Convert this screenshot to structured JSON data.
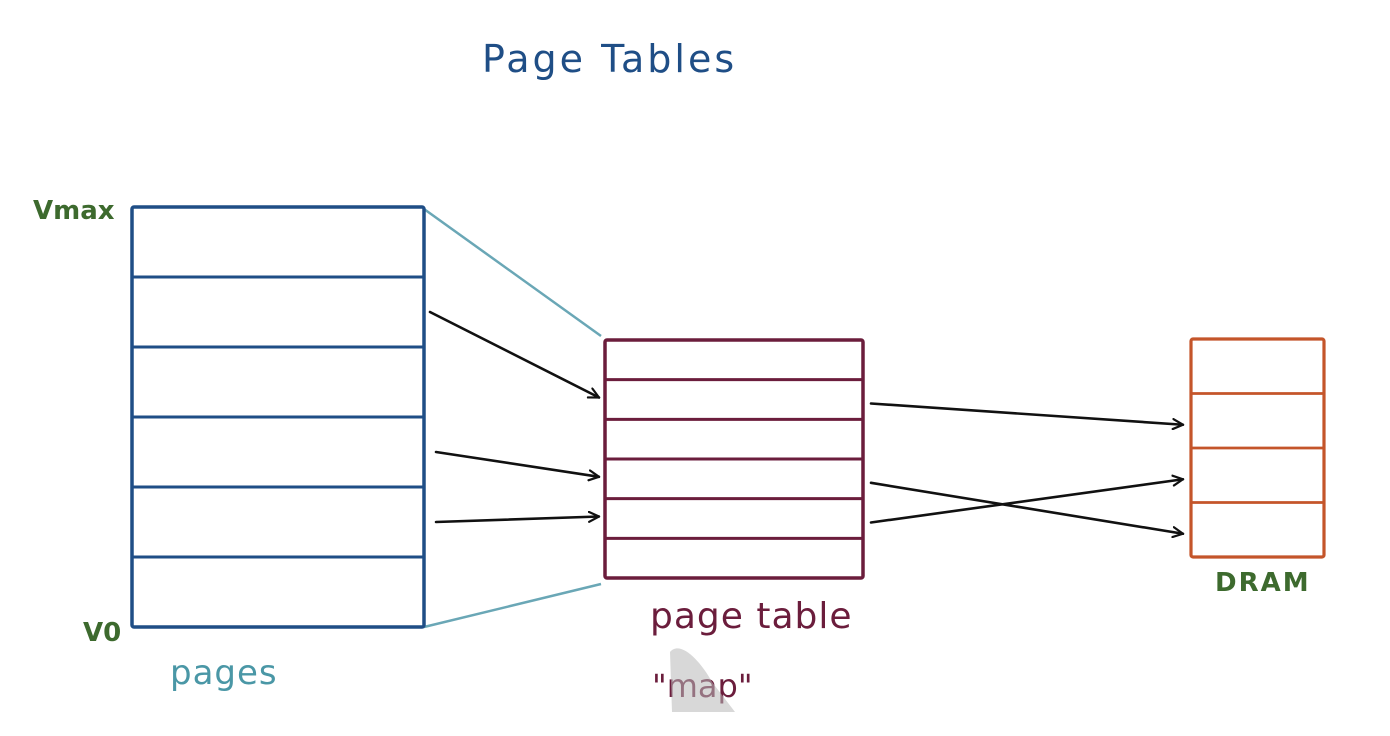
{
  "title": "Page Tables",
  "virtual_memory": {
    "top_label": "Vmax",
    "bottom_label": "V0",
    "caption": "pages",
    "rows": 6,
    "color": "#1f4e86"
  },
  "page_table": {
    "caption": "page table",
    "sub_caption": "\"map\"",
    "rows": 6,
    "color": "#6b1d3c"
  },
  "dram": {
    "caption": "DRAM",
    "rows": 4,
    "color": "#c4552a"
  },
  "colors": {
    "bracket_lines": "#6aa7b6",
    "arrows": "#111111",
    "labels_green": "#3d6a2e"
  },
  "mappings": {
    "virtual_to_table": [
      {
        "from_row": 2,
        "to_row": 2
      },
      {
        "from_row": 4,
        "to_row": 4
      },
      {
        "from_row": 5,
        "to_row": 5
      }
    ],
    "table_to_dram": [
      {
        "from_row": 2,
        "to_row": 2
      },
      {
        "from_row": 4,
        "to_row": 4
      },
      {
        "from_row": 5,
        "to_row": 3
      }
    ]
  }
}
